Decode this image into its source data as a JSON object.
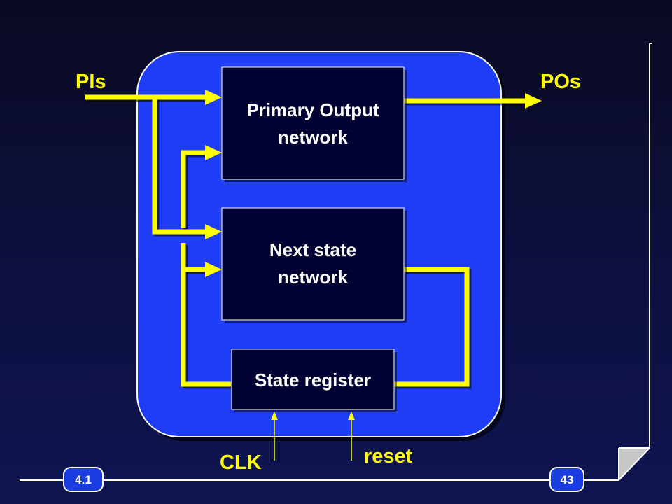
{
  "diagram": {
    "inputs_label": "PIs",
    "outputs_label": "POs",
    "primary_output_block": {
      "line1": "Primary Output",
      "line2": "network"
    },
    "next_state_block": {
      "line1": "Next state",
      "line2": "network"
    },
    "state_register_block": {
      "label": "State register"
    },
    "clk_label": "CLK",
    "reset_label": "reset"
  },
  "footer": {
    "section_badge": "4.1",
    "page_badge": "43"
  },
  "colors": {
    "background": "#0d1140",
    "container": "#1f3df7",
    "blocks": "#000033",
    "wires": "#ffff00",
    "block_text": "#ffffff",
    "badge": "#1a3de0"
  }
}
